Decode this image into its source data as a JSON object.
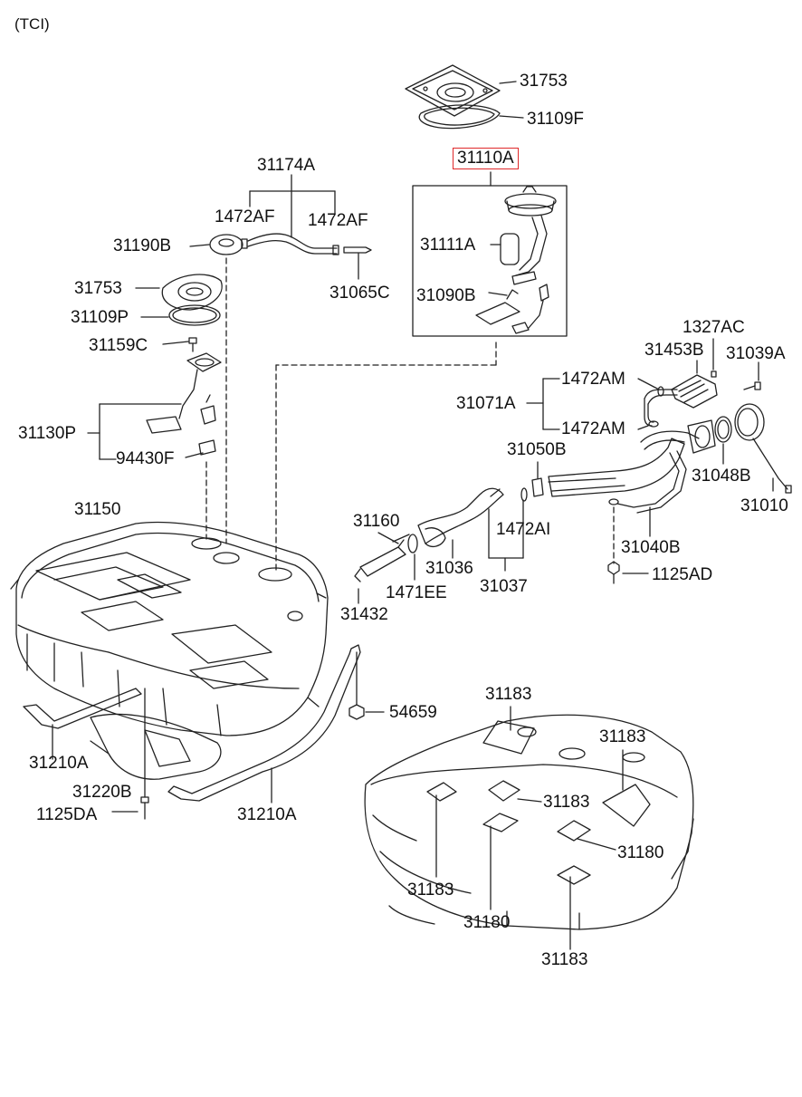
{
  "diagram": {
    "variant": "(TCI)",
    "highlight_color": "#e0292a",
    "line_color": "#222222",
    "labels": {
      "p31753_top": "31753",
      "p31109F": "31109F",
      "p31110A": "31110A",
      "p31111A": "31111A",
      "p31090B": "31090B",
      "p31174A": "31174A",
      "p1472AF_left": "1472AF",
      "p1472AF_right": "1472AF",
      "p31190B": "31190B",
      "p31065C": "31065C",
      "p31753_left": "31753",
      "p31109P": "31109P",
      "p31159C": "31159C",
      "p31130P": "31130P",
      "p94430F": "94430F",
      "p1327AC": "1327AC",
      "p31453B": "31453B",
      "p31039A": "31039A",
      "p1472AM_top": "1472AM",
      "p31071A": "31071A",
      "p1472AM_bottom": "1472AM",
      "p31050B": "31050B",
      "p31048B": "31048B",
      "p31010": "31010",
      "p31150": "31150",
      "p31160": "31160",
      "p1472AI": "1472AI",
      "p31036": "31036",
      "p31037": "31037",
      "p31040B": "31040B",
      "p1125AD": "1125AD",
      "p1471EE": "1471EE",
      "p31432": "31432",
      "p54659": "54659",
      "p31210A_left": "31210A",
      "p31220B": "31220B",
      "p1125DA": "1125DA",
      "p31210A_bottom": "31210A",
      "p31183_a": "31183",
      "p31183_b": "31183",
      "p31183_c": "31183",
      "p31183_d": "31183",
      "p31183_e": "31183",
      "p31180_right": "31180",
      "p31180_bottom": "31180"
    }
  }
}
